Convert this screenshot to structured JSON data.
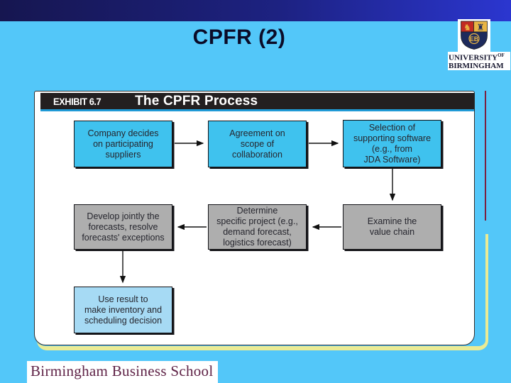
{
  "slide": {
    "title": "CPFR (2)",
    "footer": "Birmingham Business School"
  },
  "logo": {
    "university": "UNIVERSITY",
    "of": "OF",
    "city": "BIRMINGHAM",
    "monogram": "EB"
  },
  "exhibit": {
    "label": "EXHIBIT 6.7",
    "title": "The CPFR Process"
  },
  "flowchart": {
    "boxes": [
      {
        "text": "Company decides\non participating\nsuppliers",
        "style": "blue"
      },
      {
        "text": "Agreement on\nscope of\ncollaboration",
        "style": "blue"
      },
      {
        "text": "Selection of\nsupporting software\n(e.g., from\nJDA Software)",
        "style": "blue"
      },
      {
        "text": "Develop jointly the\nforecasts, resolve\nforecasts' exceptions",
        "style": "gray"
      },
      {
        "text": "Determine\nspecific project (e.g.,\ndemand forecast,\nlogistics forecast)",
        "style": "gray"
      },
      {
        "text": "Examine the\nvalue chain",
        "style": "gray"
      },
      {
        "text": "Use result to\nmake inventory and\nscheduling decision",
        "style": "lightblue"
      }
    ],
    "connections": [
      {
        "from": "Company decides on participating suppliers",
        "to": "Agreement on scope of collaboration"
      },
      {
        "from": "Agreement on scope of collaboration",
        "to": "Selection of supporting software (e.g., from JDA Software)"
      },
      {
        "from": "Selection of supporting software (e.g., from JDA Software)",
        "to": "Examine the value chain"
      },
      {
        "from": "Examine the value chain",
        "to": "Determine specific project (e.g., demand forecast, logistics forecast)"
      },
      {
        "from": "Determine specific project (e.g., demand forecast, logistics forecast)",
        "to": "Develop jointly the forecasts, resolve forecasts' exceptions"
      },
      {
        "from": "Develop jointly the forecasts, resolve forecasts' exceptions",
        "to": "Use result to make inventory and scheduling decision"
      }
    ]
  },
  "colors": {
    "background": "#53C7F9",
    "topbar_left": "#161650",
    "topbar_right": "#2B36D0",
    "box_blue": "#3FC2EE",
    "box_gray": "#AEAEAE",
    "box_lightblue": "#A6DAF4",
    "header_black": "#231F20",
    "header_rule_blue": "#1F9AD6",
    "footer_maroon": "#5E2145",
    "accent_maroon": "#7C2040",
    "accent_yellow": "#EBEB94"
  }
}
